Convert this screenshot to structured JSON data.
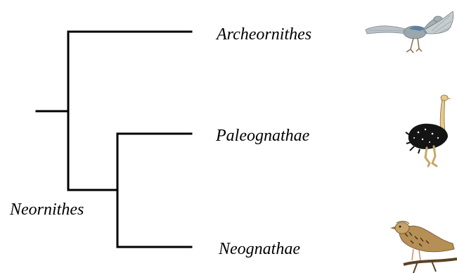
{
  "tree": {
    "taxa": [
      {
        "id": "archeornithes",
        "label": "Archeornithes"
      },
      {
        "id": "paleognathae",
        "label": "Paleognathae"
      },
      {
        "id": "neognathae",
        "label": "Neognathae"
      }
    ],
    "node_label": "Neornithes"
  },
  "illustrations": {
    "archeornithes": "archaeopteryx-illustration",
    "paleognathae": "ostrich-illustration",
    "neognathae": "lark-illustration"
  },
  "colors": {
    "line": "#000000",
    "background": "#ffffff"
  }
}
